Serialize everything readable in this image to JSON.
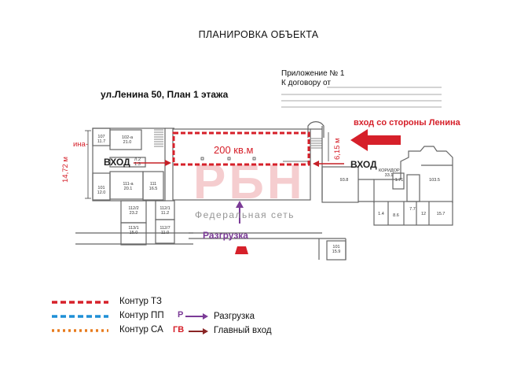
{
  "title": "ПЛАНИРОВКА ОБЪЕКТА",
  "address": "ул.Ленина 50,   План 1 этажа",
  "appendix": {
    "line1": "Приложение № 1",
    "line2": "К договору от"
  },
  "entry_note": "вход со стороны Ленина",
  "area_label": "200 кв.м",
  "entrance_left": "ВХОД",
  "entrance_right": "ВХОД",
  "dimension_vertical": "14,72 м",
  "dimension_right": "6,15 м",
  "dimension_fragment": "ина-",
  "unloading_label": "Разгрузка",
  "watermark": {
    "logo": "РБН",
    "subtitle": "Федеральная сеть"
  },
  "rooms": {
    "r107": "107",
    "r107a": "11.7",
    "r102a": "102-а",
    "r102b": "21.0",
    "r102": "Л.2",
    "r102c": "1.3",
    "r111a": "111-а",
    "r111b": "20.1",
    "r111": "111",
    "r111c": "16.5",
    "r101": "101",
    "r101a": "12.0",
    "r1122": "112/2",
    "r1122a": "23.2",
    "r1121": "112/1",
    "r1121a": "11.2",
    "r1131": "113/1",
    "r1131a": "15.0",
    "r1127": "112/7",
    "r1127a": "11.0",
    "r938": "93.8",
    "r_corr": "КОРИДОР",
    "r331": "33.1",
    "r1035": "103.5",
    "r14": "1.4",
    "r86": "8.6",
    "r12": "12",
    "r157": "15.7",
    "r77": "7.7",
    "r171": "1.71",
    "r101b": "101",
    "r101c": "15.9"
  },
  "legend": {
    "tz": "Контур ТЗ",
    "pp": "Контур ПП",
    "sa": "Контур СА",
    "p_code": "Р",
    "p_label": "Разгрузка",
    "gv_code": "ГВ",
    "gv_label": "Главный вход"
  },
  "colors": {
    "tz": "#d6202a",
    "pp": "#1f8fd6",
    "sa": "#e87b1e",
    "unload": "#7b3b97",
    "accent": "#d6202a"
  }
}
